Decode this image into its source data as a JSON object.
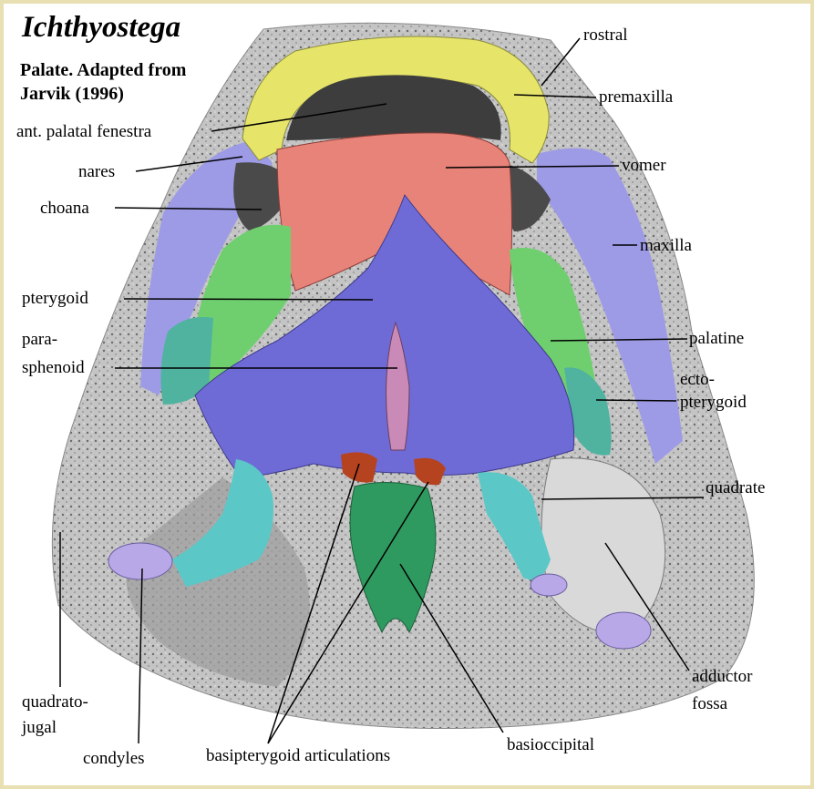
{
  "title": "Ichthyostega",
  "subtitle_line1": "Palate.  Adapted from",
  "subtitle_line2": "Jarvik (1996)",
  "labels": {
    "rostral": "rostral",
    "premaxilla": "premaxilla",
    "ant_palatal_fenestra": "ant. palatal fenestra",
    "nares": "nares",
    "vomer": "vomer",
    "choana": "choana",
    "maxilla": "maxilla",
    "pterygoid": "pterygoid",
    "para": "para-",
    "sphenoid": "sphenoid",
    "palatine": "palatine",
    "ecto": "ecto-",
    "pterygoid2": "pterygoid",
    "quadrate": "quadrate",
    "adductor": "adductor",
    "fossa": "fossa",
    "quadrato": "quadrato-",
    "jugal": "jugal",
    "condyles": "condyles",
    "basipterygoid": "basipterygoid articulations",
    "basioccipital": "basioccipital"
  },
  "colors": {
    "premaxilla": "#e6e56a",
    "vomer": "#e8837a",
    "pterygoid": "#6f6bd6",
    "maxilla": "#9d9be6",
    "palatine": "#6fcf6f",
    "ectopterygoid": "#4fb3a0",
    "quadrate": "#5cc7c7",
    "parasphenoid": "#c98ab8",
    "condyles": "#b9a8e8",
    "basioccipital": "#2f9a5f",
    "articulation": "#b5431f",
    "fenestra": "#3d3d3d",
    "bone": "#cfcfcf",
    "frame": "#e8dfb3"
  }
}
